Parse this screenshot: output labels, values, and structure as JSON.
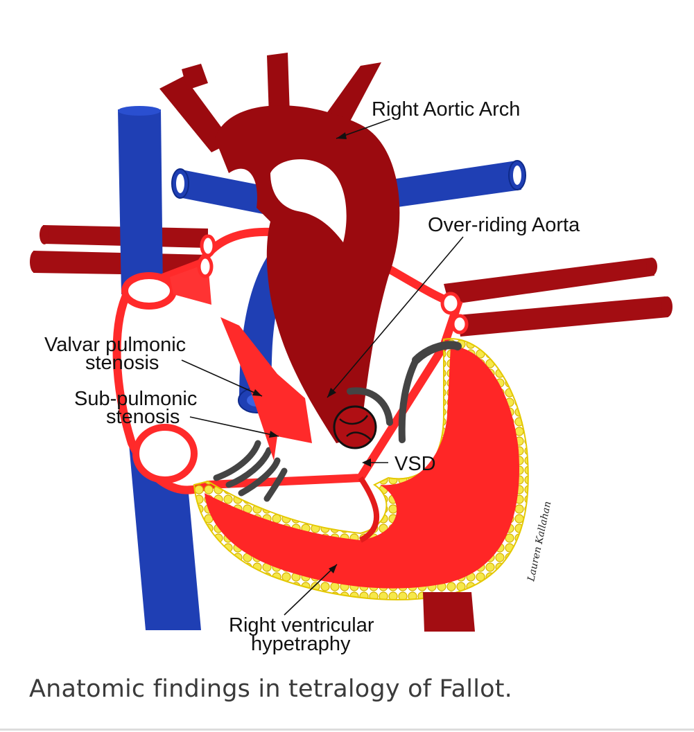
{
  "labels": {
    "right_aortic_arch": "Right Aortic Arch",
    "overriding_aorta": "Over-riding Aorta",
    "valvar_line1": "Valvar pulmonic",
    "valvar_line2": "stenosis",
    "subpulmonic_line1": "Sub-pulmonic",
    "subpulmonic_line2": "stenosis",
    "vsd": "VSD",
    "rvh_line1": "Right ventricular",
    "rvh_line2": "hypetraphy"
  },
  "caption": "Anatomic findings in tetralogy of Fallot.",
  "colors": {
    "artery": "#9b0a0f",
    "vein": "#1f3fb4",
    "heart": "#ff2a2a",
    "myocardium_border": "#f2e22a",
    "valve_gray": "#444444"
  }
}
